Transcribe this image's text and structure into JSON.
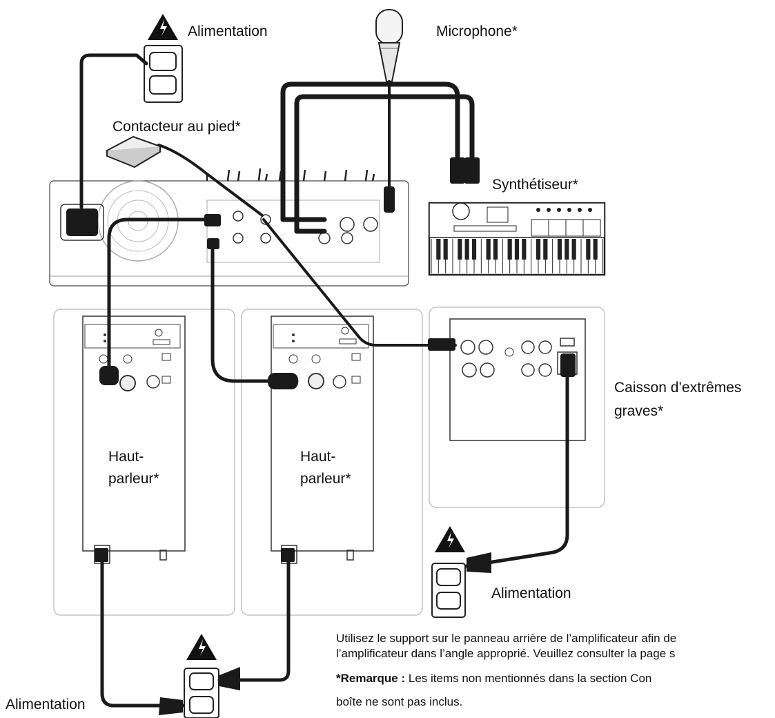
{
  "labels": {
    "power_top": "Alimentation",
    "microphone": "Microphone*",
    "foot_switch": "Contacteur au pied*",
    "synth": "Synthétiseur*",
    "subwoofer_line1": "Caisson d’extrêmes",
    "subwoofer_line2": "graves*",
    "speaker1_line1": "Haut-",
    "speaker1_line2": "parleur*",
    "speaker2_line1": "Haut-",
    "speaker2_line2": "parleur*",
    "power_right": "Alimentation",
    "power_bottom_left": "Alimentation"
  },
  "notes": {
    "line1": "Utilisez le support sur le panneau arrière de l’amplificateur afin de",
    "line2": "l’amplificateur dans l’angle approprié. Veuillez consulter la page s",
    "remark_bold": "*Remarque :",
    "remark_text": " Les items non mentionnés dans la section Con",
    "remark_line2": "boîte ne sont pas inclus."
  },
  "icons": [
    "warning-icon",
    "power-outlet-icon",
    "microphone-icon",
    "foot-switch-icon",
    "synthesizer-icon",
    "amplifier-icon",
    "speaker-icon",
    "subwoofer-icon"
  ],
  "colors": {
    "cable": "#1a1a1a",
    "panel_stroke": "#bdbdbd",
    "device_stroke": "#333333"
  }
}
